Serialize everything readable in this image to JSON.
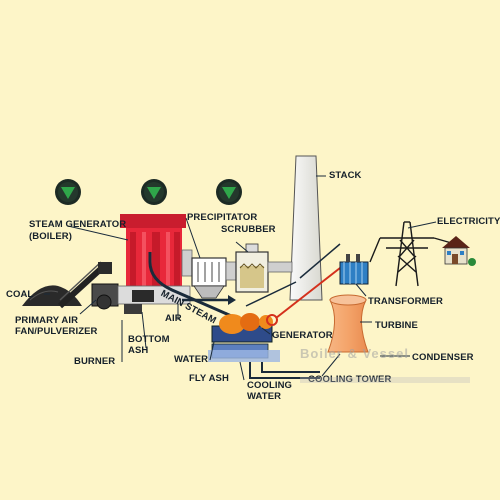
{
  "labels": {
    "steam_generator": "STEAM GENERATOR",
    "boiler": "(BOILER)",
    "precipitator": "PRECIPITATOR",
    "scrubber": "SCRUBBER",
    "stack": "STACK",
    "electricity": "ELECTRICITY",
    "coal": "COAL",
    "primary_air": "PRIMARY AIR",
    "fan_pulverizer": "FAN/PULVERIZER",
    "bottom": "BOTTOM",
    "ash": "ASH",
    "air": "AIR",
    "main_steam": "MAIN STEAM",
    "burner": "BURNER",
    "transformer": "TRANSFORMER",
    "generator": "GENERATOR",
    "turbine": "TURBINE",
    "water": "WATER",
    "condenser": "CONDENSER",
    "fly_ash": "FLY ASH",
    "cooling": "COOLING",
    "cooling_water": "WATER",
    "cooling_tower": "COOLING TOWER"
  },
  "watermark": "Boiler & Vessel",
  "colors": {
    "background": "#fdf5c8",
    "boiler": "#e8283a",
    "boiler_dark": "#b81424",
    "icon_bg": "#1c2a24",
    "icon_triangle": "#2fa64a",
    "steam_line": "#1a2b3b",
    "hot_line": "#d4301c",
    "cooling_tower": "#f4a46a",
    "transformer": "#2e7fc4",
    "generator": "#f08a1c"
  }
}
